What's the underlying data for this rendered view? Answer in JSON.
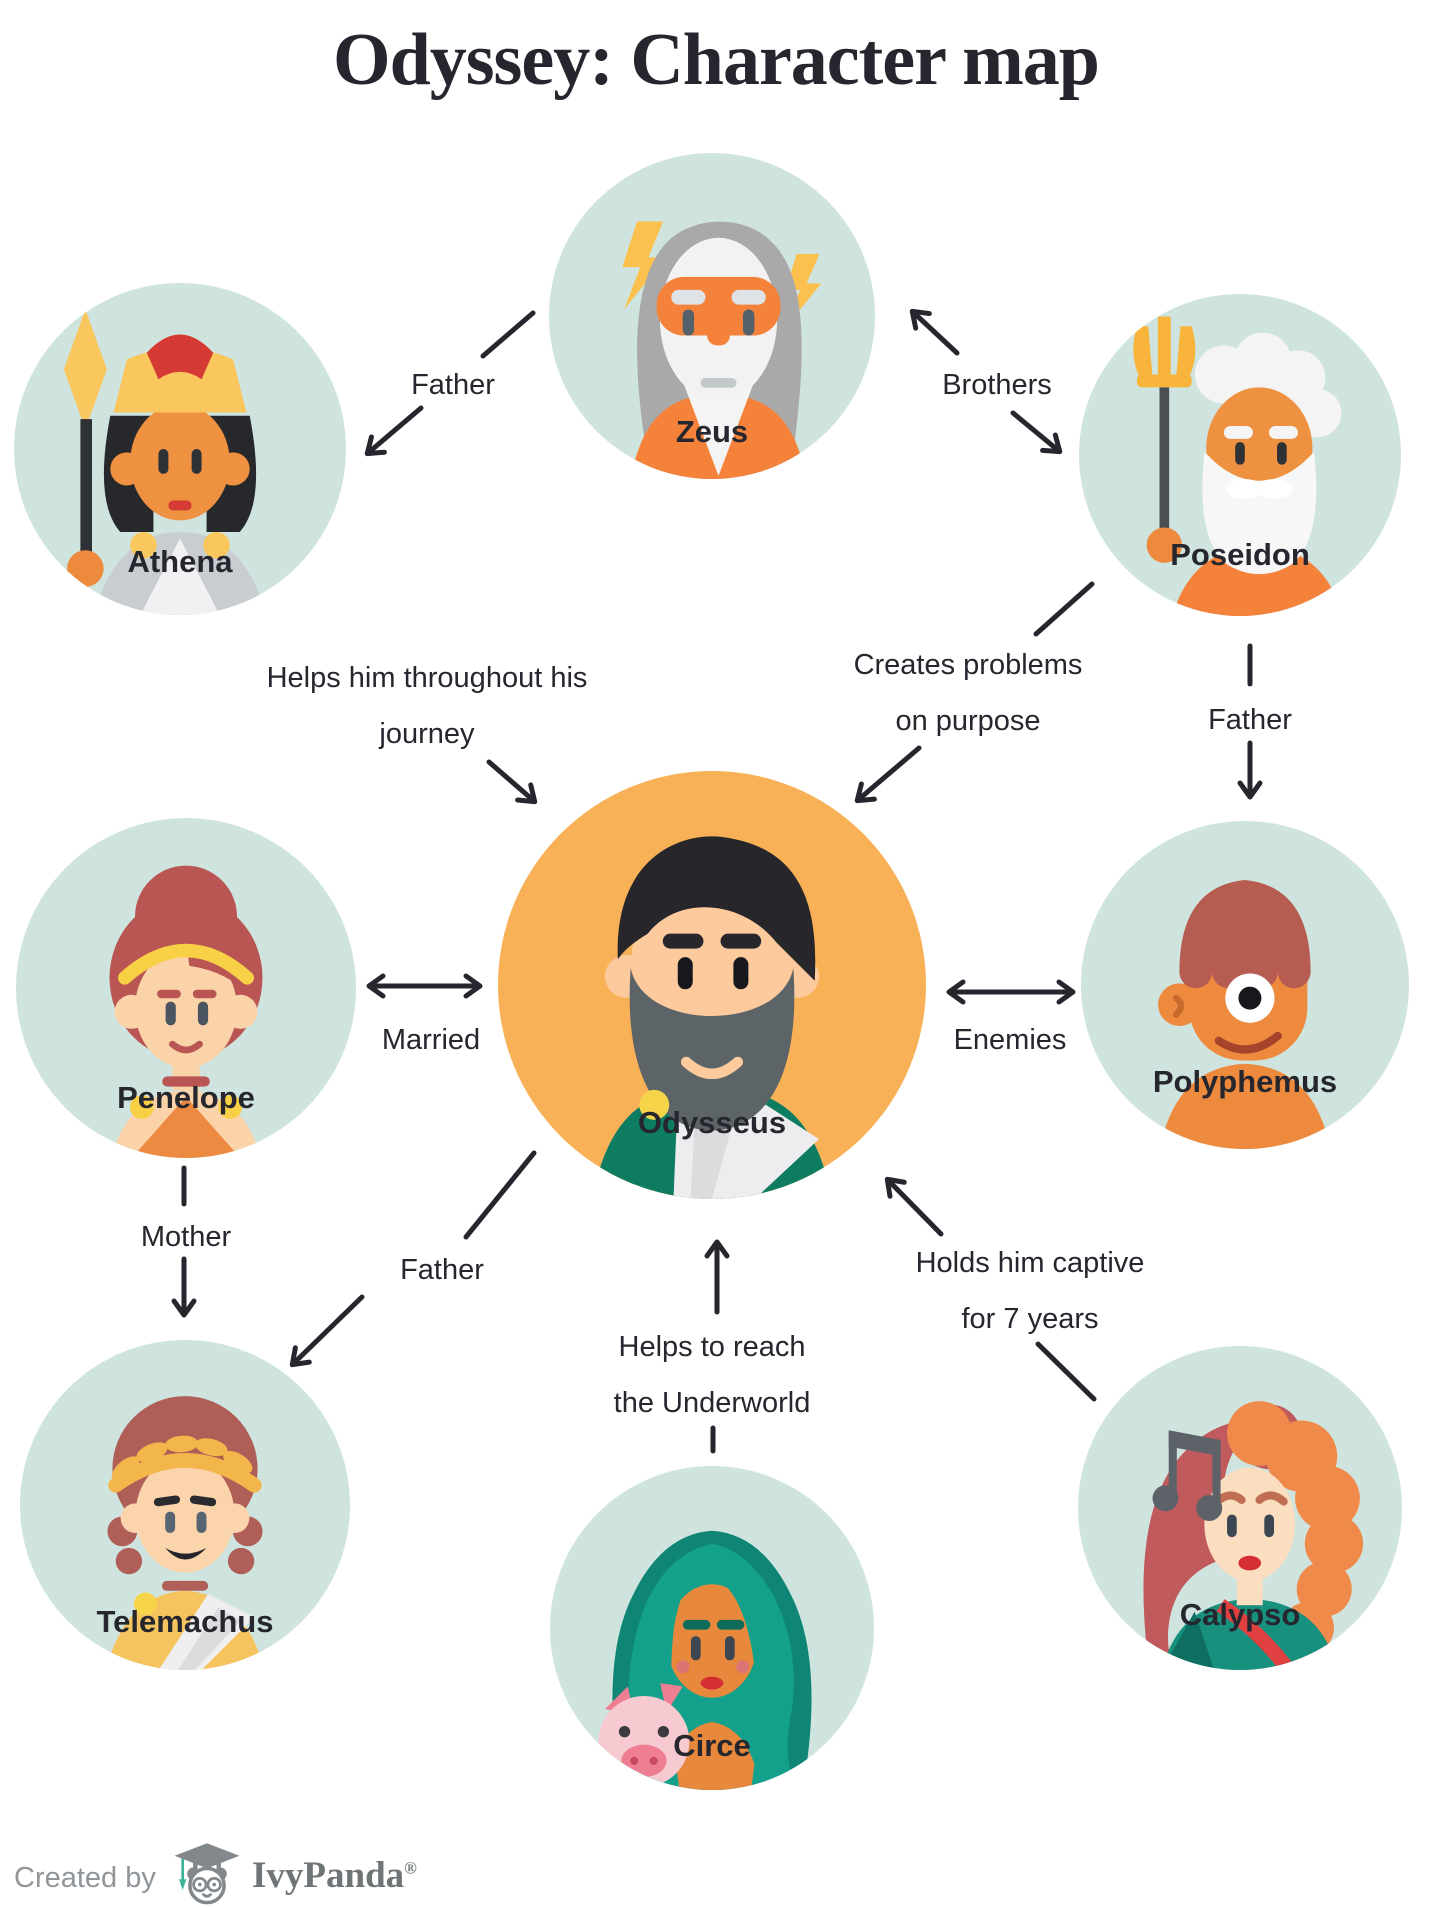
{
  "title": "Odyssey: Character map",
  "colors": {
    "background": "#ffffff",
    "bubble_teal": "#cfe4df",
    "bubble_orange": "#f8b156",
    "text_dark": "#26262e",
    "arrow": "#26262e",
    "footer_gray": "#90959a",
    "brand_gray": "#6f7477",
    "brand_teal": "#3ab39a"
  },
  "characters": [
    {
      "id": "zeus",
      "name": "Zeus"
    },
    {
      "id": "athena",
      "name": "Athena"
    },
    {
      "id": "poseidon",
      "name": "Poseidon"
    },
    {
      "id": "penelope",
      "name": "Penelope"
    },
    {
      "id": "odysseus",
      "name": "Odysseus"
    },
    {
      "id": "polyphemus",
      "name": "Polyphemus"
    },
    {
      "id": "telemachus",
      "name": "Telemachus"
    },
    {
      "id": "circe",
      "name": "Circe"
    },
    {
      "id": "calypso",
      "name": "Calypso"
    }
  ],
  "relationships": [
    {
      "id": "father-zeus-athena",
      "from": "Zeus",
      "to": "Athena",
      "lines": [
        "Father"
      ]
    },
    {
      "id": "brothers",
      "from": "Zeus",
      "to": "Poseidon",
      "lines": [
        "Brothers"
      ]
    },
    {
      "id": "helps-journey",
      "from": "Athena",
      "to": "Odysseus",
      "lines": [
        "Helps him throughout his",
        "journey"
      ]
    },
    {
      "id": "creates-problems",
      "from": "Poseidon",
      "to": "Odysseus",
      "lines": [
        "Creates problems",
        "on purpose"
      ]
    },
    {
      "id": "father-poseidon-polyphemus",
      "from": "Poseidon",
      "to": "Polyphemus",
      "lines": [
        "Father"
      ]
    },
    {
      "id": "married",
      "from": "Penelope",
      "to": "Odysseus",
      "lines": [
        "Married"
      ]
    },
    {
      "id": "enemies",
      "from": "Odysseus",
      "to": "Polyphemus",
      "lines": [
        "Enemies"
      ]
    },
    {
      "id": "mother",
      "from": "Penelope",
      "to": "Telemachus",
      "lines": [
        "Mother"
      ]
    },
    {
      "id": "father-odysseus-telemachus",
      "from": "Odysseus",
      "to": "Telemachus",
      "lines": [
        "Father"
      ]
    },
    {
      "id": "helps-underworld",
      "from": "Circe",
      "to": "Odysseus",
      "lines": [
        "Helps to reach",
        "the Underworld"
      ]
    },
    {
      "id": "holds-captive",
      "from": "Calypso",
      "to": "Odysseus",
      "lines": [
        "Holds him captive",
        "for 7 years"
      ]
    }
  ],
  "footer": {
    "created_by": "Created by",
    "brand": "IvyPanda",
    "registered": "®"
  }
}
